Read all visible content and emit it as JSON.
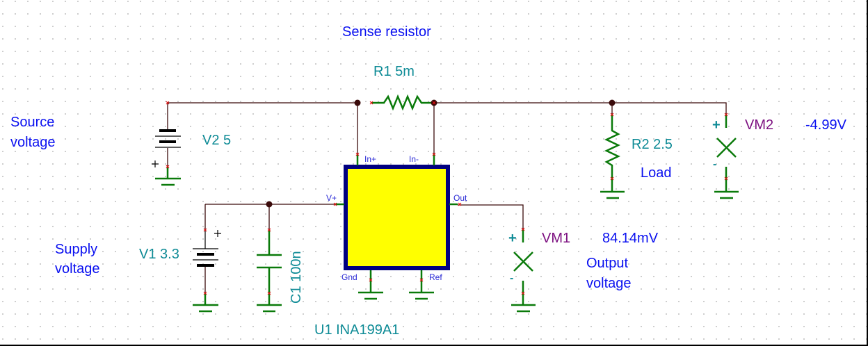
{
  "annotations": {
    "sense_resistor": "Sense resistor",
    "source_voltage_line1": "Source",
    "source_voltage_line2": "voltage",
    "supply_voltage_line1": "Supply",
    "supply_voltage_line2": "voltage",
    "load": "Load",
    "output_voltage_line1": "Output",
    "output_voltage_line2": "voltage"
  },
  "components": {
    "r1": {
      "label": "R1 5m"
    },
    "r2": {
      "label": "R2 2.5"
    },
    "v1": {
      "label": "V1 3.3",
      "polarity": "+"
    },
    "v2": {
      "label": "V2 5",
      "polarity": "+"
    },
    "c1": {
      "label": "C1 100n"
    },
    "u1": {
      "label": "U1 INA199A1",
      "pins": {
        "in_plus": "In+",
        "in_minus": "In-",
        "vplus": "V+",
        "out": "Out",
        "gnd": "Gnd",
        "ref": "Ref"
      },
      "fill_color": "#ffff00",
      "border_color": "#000080"
    },
    "vm1": {
      "label": "VM1",
      "reading": "84.14mV",
      "plus": "+",
      "minus": "-"
    },
    "vm2": {
      "label": "VM2",
      "reading": "-4.99V",
      "plus": "+",
      "minus": "-"
    }
  },
  "colors": {
    "wire": "#3a0a0a",
    "component": "#0a7a0a",
    "junction": "#3a0a0a",
    "terminal_marker": "#e01010",
    "annotation_text": "#0a10f0",
    "component_text": "#0e8b96",
    "meter_text": "#7d1181"
  }
}
